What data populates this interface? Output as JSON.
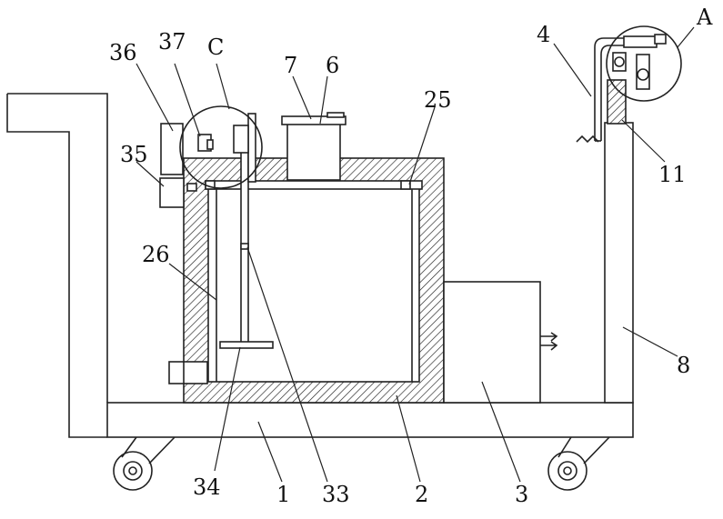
{
  "figure": {
    "callouts": {
      "A": "A",
      "C": "C",
      "n4": "4",
      "n11": "11",
      "n8": "8",
      "n36": "36",
      "n37": "37",
      "n7": "7",
      "n6": "6",
      "n25": "25",
      "n35": "35",
      "n26": "26",
      "n34": "34",
      "n1": "1",
      "n33": "33",
      "n2": "2",
      "n3": "3"
    }
  },
  "colors": {
    "line": "#222222",
    "hatch": "#222222",
    "background": "#ffffff"
  }
}
